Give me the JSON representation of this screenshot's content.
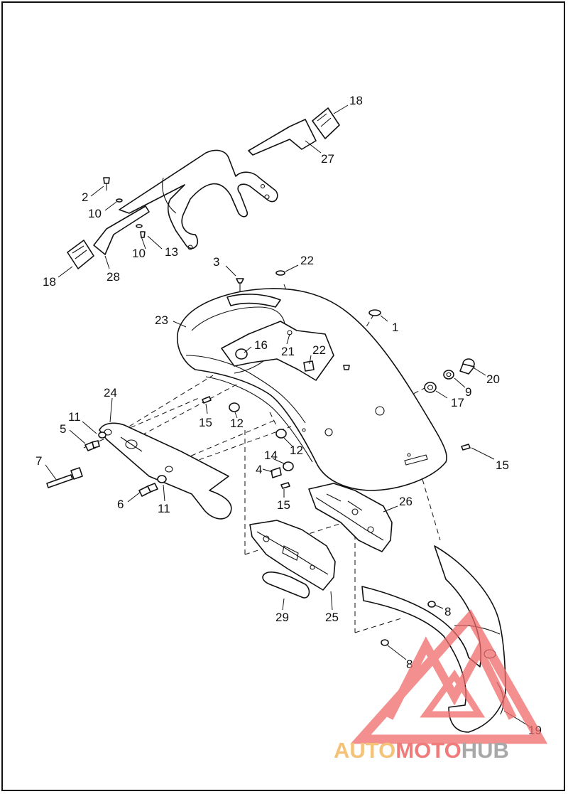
{
  "diagram": {
    "callouts": [
      "18",
      "27",
      "2",
      "10",
      "10",
      "13",
      "28",
      "18",
      "3",
      "22",
      "1",
      "23",
      "21",
      "16",
      "22",
      "20",
      "9",
      "17",
      "24",
      "11",
      "5",
      "15",
      "12",
      "12",
      "14",
      "4",
      "15",
      "7",
      "6",
      "11",
      "26",
      "15",
      "25",
      "29",
      "8",
      "8",
      "19"
    ]
  },
  "watermark": {
    "part1": "AUTO",
    "part2": "MOTO",
    "part3": "HUB",
    "color_part1": "#f5c27a",
    "color_part2": "#f07b7b",
    "color_part3": "#a8a8a8",
    "logo_color": "#f06a6a"
  }
}
